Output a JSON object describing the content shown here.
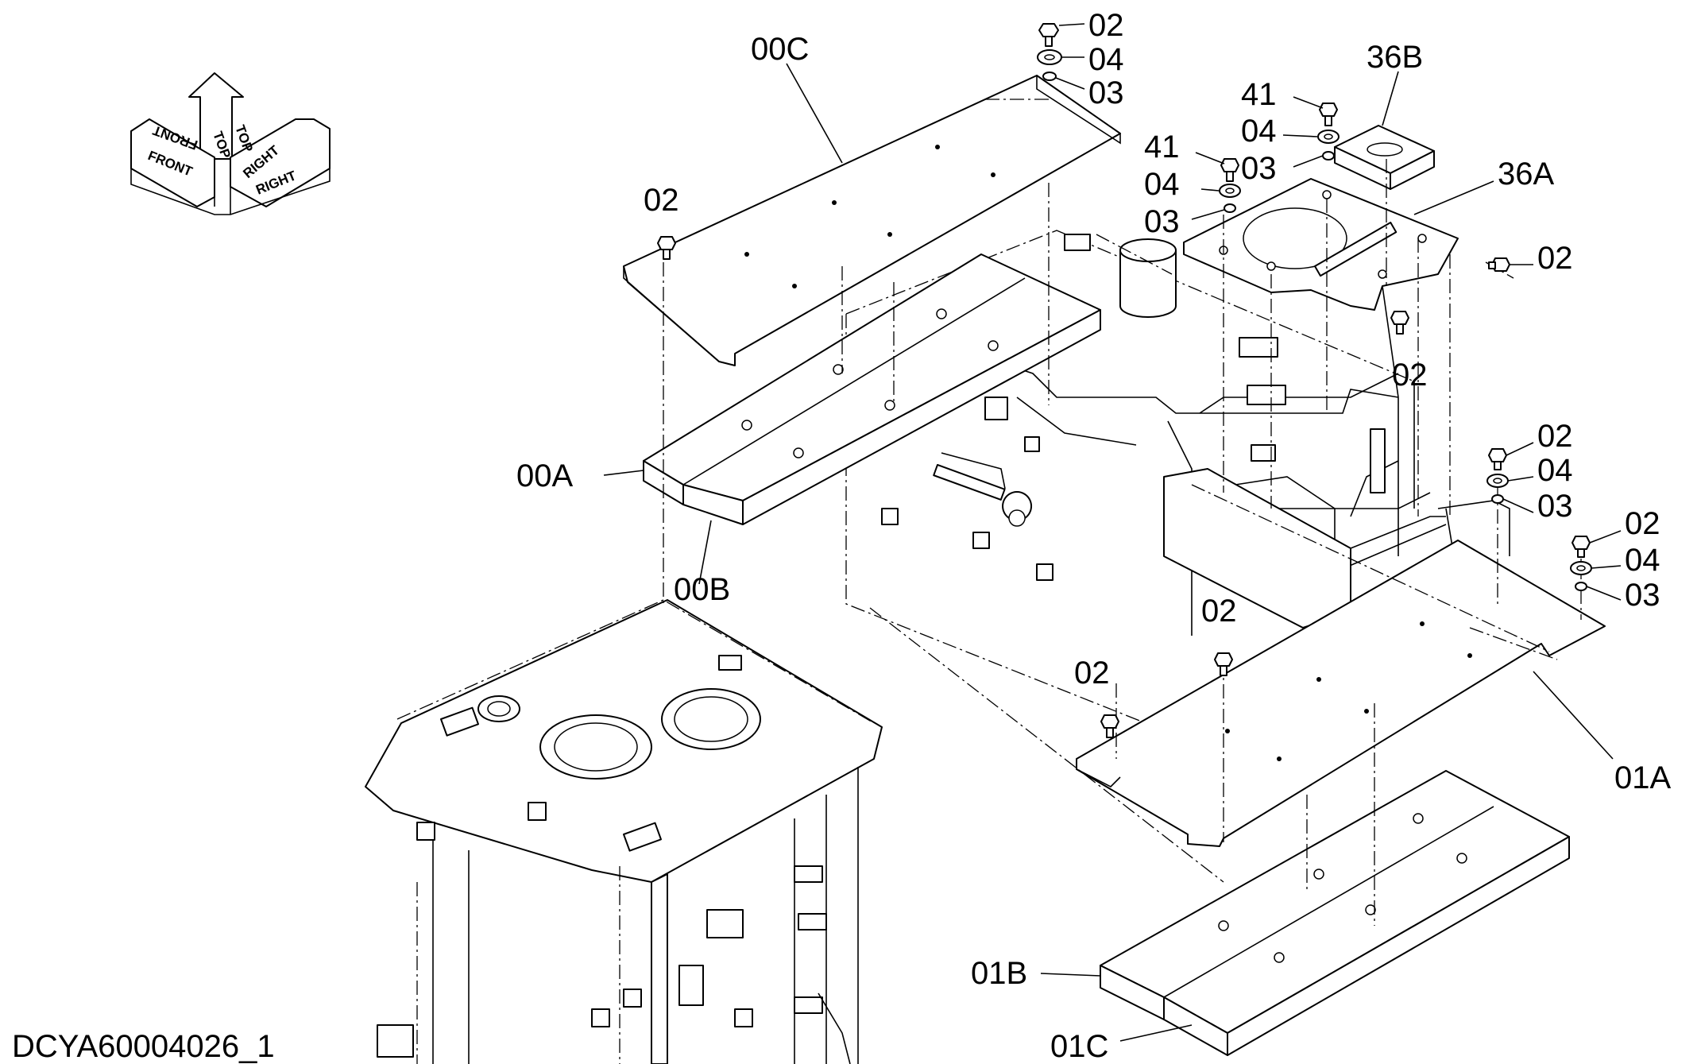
{
  "drawing_id": "DCYA60004026_1",
  "orientation_labels": {
    "top": "TOP",
    "front": "FRONT",
    "right": "RIGHT"
  },
  "callouts": [
    {
      "id": "c-00c",
      "text": "00C"
    },
    {
      "id": "c-00a",
      "text": "00A"
    },
    {
      "id": "c-00b",
      "text": "00B"
    },
    {
      "id": "c-02-a",
      "text": "02"
    },
    {
      "id": "c-02-b",
      "text": "02"
    },
    {
      "id": "c-04-a",
      "text": "04"
    },
    {
      "id": "c-03-a",
      "text": "03"
    },
    {
      "id": "c-36b",
      "text": "36B"
    },
    {
      "id": "c-41-a",
      "text": "41"
    },
    {
      "id": "c-04-b",
      "text": "04"
    },
    {
      "id": "c-03-b",
      "text": "03"
    },
    {
      "id": "c-41-b",
      "text": "41"
    },
    {
      "id": "c-04-c",
      "text": "04"
    },
    {
      "id": "c-03-c",
      "text": "03"
    },
    {
      "id": "c-36a",
      "text": "36A"
    },
    {
      "id": "c-02-c",
      "text": "02"
    },
    {
      "id": "c-02-d",
      "text": "02"
    },
    {
      "id": "c-02-e",
      "text": "02"
    },
    {
      "id": "c-04-d",
      "text": "04"
    },
    {
      "id": "c-03-d",
      "text": "03"
    },
    {
      "id": "c-02-f",
      "text": "02"
    },
    {
      "id": "c-04-e",
      "text": "04"
    },
    {
      "id": "c-03-e",
      "text": "03"
    },
    {
      "id": "c-02-g",
      "text": "02"
    },
    {
      "id": "c-02-h",
      "text": "02"
    },
    {
      "id": "c-01a",
      "text": "01A"
    },
    {
      "id": "c-01b",
      "text": "01B"
    },
    {
      "id": "c-01c",
      "text": "01C"
    }
  ]
}
